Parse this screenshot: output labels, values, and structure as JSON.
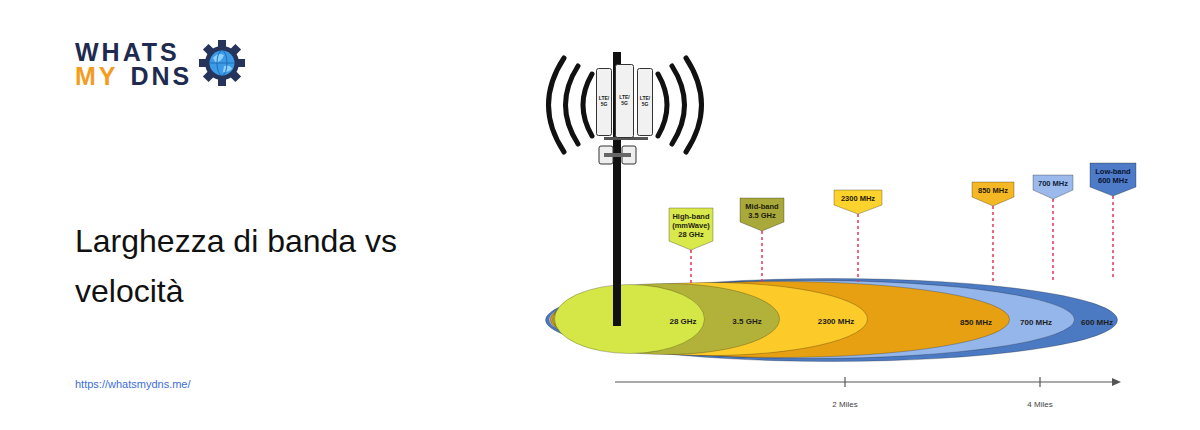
{
  "diagram": {
    "title": "Larghezza di banda vs velocità",
    "nodes": [
      {
        "text": [
          "LTE/ 5G"
        ]
      },
      {
        "text": [
          "LTE/ 5G"
        ]
      },
      {
        "text": [
          "LTE/ 5G"
        ]
      },
      {
        "text": [
          "High-band (mmWave) 28 GHz"
        ]
      },
      {
        "text": [
          "Mid-band 3.5 GHz"
        ]
      },
      {
        "text": [
          "2300 MHz"
        ]
      },
      {
        "text": [
          "850 MHz"
        ]
      },
      {
        "text": [
          "700 MHz"
        ]
      },
      {
        "text": [
          "Low-band 600 MHz"
        ]
      },
      {
        "text": [
          "600 MHz"
        ]
      },
      {
        "text": [
          "700 MHz"
        ],
        "in": 9
      },
      {
        "text": [
          "850 MHz"
        ],
        "in": 10
      },
      {
        "text": [
          "2300 MHz"
        ],
        "in": 11
      },
      {
        "text": [
          "3.5 GHz"
        ],
        "in": 12
      },
      {
        "text": [
          "28 GHz"
        ],
        "in": 13
      }
    ],
    "edges": [
      {
        "from": 3,
        "to": 14,
        "arrow": "none"
      },
      {
        "from": 4,
        "to": 13,
        "arrow": "none"
      },
      {
        "from": 5,
        "to": 12,
        "arrow": "none"
      },
      {
        "from": 6,
        "to": 11,
        "arrow": "none"
      },
      {
        "from": 7,
        "to": 10,
        "arrow": "none"
      },
      {
        "from": 8,
        "to": 9,
        "arrow": "none"
      }
    ],
    "labels": [
      "WHATS",
      "MY",
      "DNS",
      "https://whatsmydns.me/",
      "2 Miles",
      "4 Miles"
    ]
  }
}
